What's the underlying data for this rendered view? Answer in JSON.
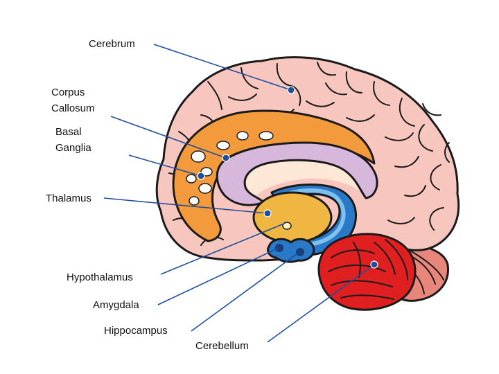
{
  "labels": {
    "cerebrum": "Cerebrum",
    "corpus_callosum_line1": "Corpus",
    "corpus_callosum_line2": "Callosum",
    "basal_ganglia_line1": "Basal",
    "basal_ganglia_line2": "Ganglia",
    "thalamus": "Thalamus",
    "hypothalamus": "Hypothalamus",
    "amygdala": "Amygdala",
    "hippocampus": "Hippocampus",
    "cerebellum": "Cerebellum"
  },
  "colors": {
    "cerebrum": "#f6c6bf",
    "basal_ganglia": "#f39a3c",
    "corpus_callosum": "#d7b8dc",
    "thalamus": "#f0b642",
    "hippocampus": "#2a78c8",
    "cerebellum": "#e02020",
    "brainstem": "#e8867c",
    "leader": "#1e4e9c"
  }
}
